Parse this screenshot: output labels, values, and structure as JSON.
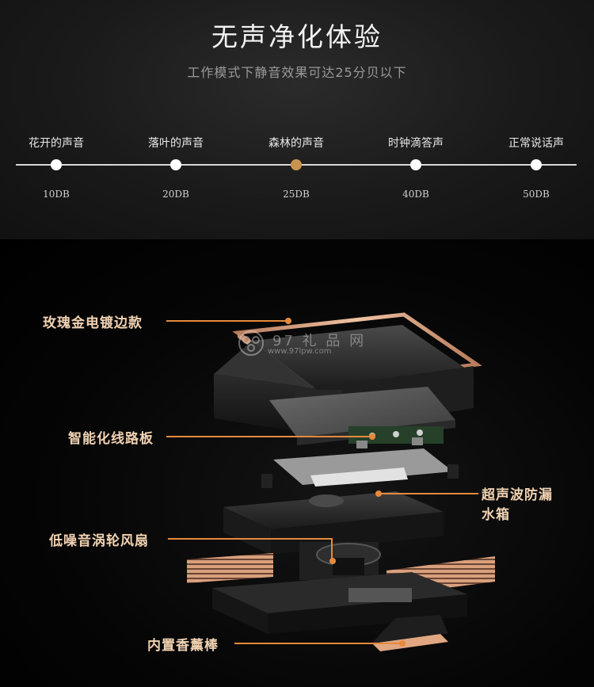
{
  "header": {
    "title": "无声净化体验",
    "subtitle": "工作模式下静音效果可达25分贝以下"
  },
  "scale": {
    "stops": [
      {
        "label": "花开的声音",
        "db": "10DB",
        "active": false
      },
      {
        "label": "落叶的声音",
        "db": "20DB",
        "active": false
      },
      {
        "label": "森林的声音",
        "db": "25DB",
        "active": true
      },
      {
        "label": "时钟滴答声",
        "db": "40DB",
        "active": false
      },
      {
        "label": "正常说话声",
        "db": "50DB",
        "active": false
      }
    ],
    "active_color": "#c9954e"
  },
  "callouts": {
    "rose_gold_edge": "玫瑰金电镀边款",
    "smart_board": "智能化线路板",
    "tank_line1": "超声波防漏",
    "tank_line2": "水箱",
    "fan": "低噪音涡轮风扇",
    "aroma": "内置香薰棒"
  },
  "watermark": {
    "text": "97 礼 品 网",
    "url": "www.97lpw.com"
  },
  "colors": {
    "leader": "#e58a3c",
    "callout_text": "#f1d2b2",
    "rose_gold": "#d9a07d"
  }
}
